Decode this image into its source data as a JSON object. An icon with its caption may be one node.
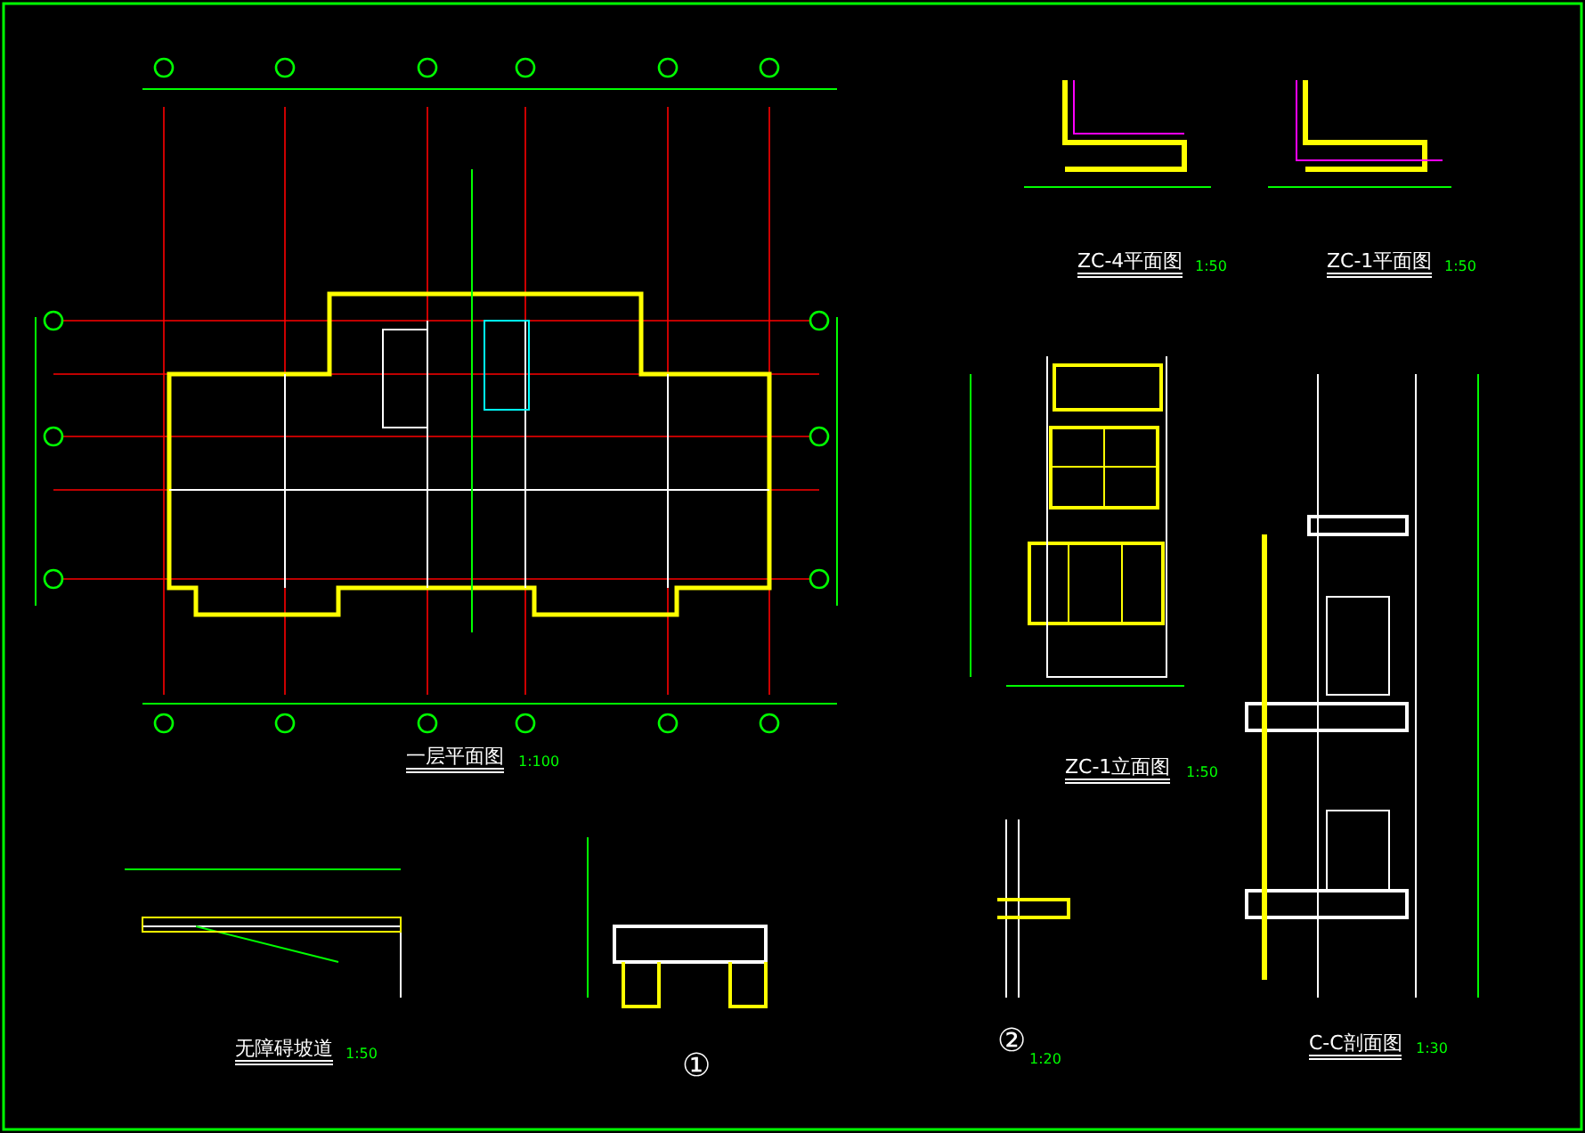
{
  "diagram": {
    "labels": [
      "ZC-4平面图",
      "1:50",
      "ZC-1平面图",
      "1:50",
      "一层平面图",
      "1:100",
      "ZC-1立面图",
      "1:50",
      "无障碍坡道",
      "1:50",
      "①",
      "②",
      "1:20",
      "C-C剖面图",
      "1:30"
    ]
  }
}
